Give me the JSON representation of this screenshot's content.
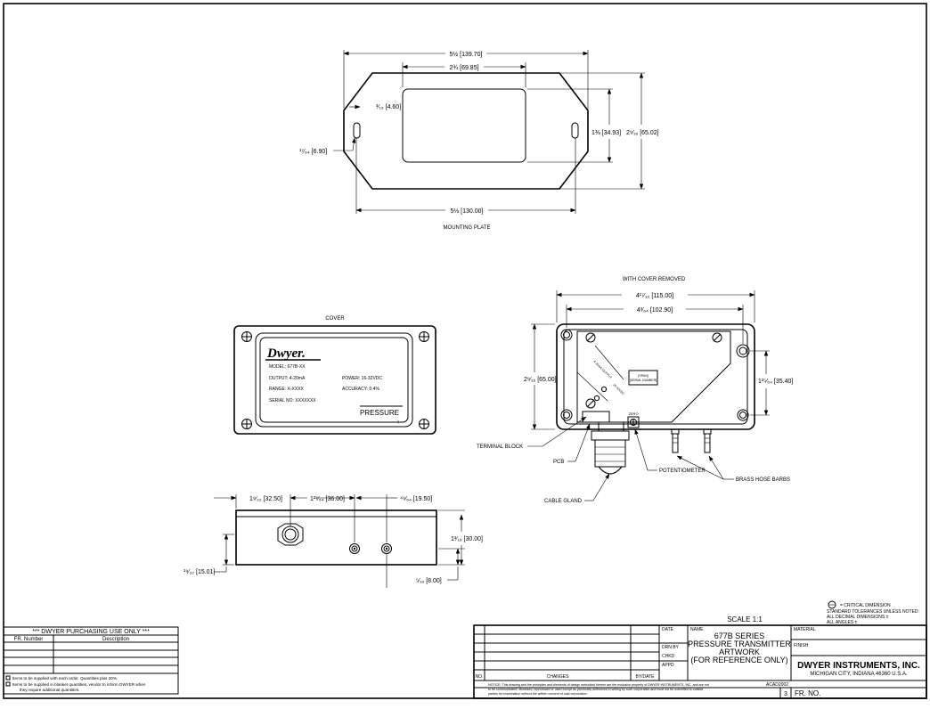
{
  "views": {
    "mounting_plate": {
      "title": "MOUNTING PLATE",
      "dim_overall_width": "5½ [139.70]",
      "dim_window_width": "2¾ [69.85]",
      "dim_slot_offset": "³⁄₁₆ [4.60]",
      "dim_slot_width": "¹⁷⁄₆₄ [6.90]",
      "dim_window_height": "1⅜ [34.93]",
      "dim_overall_height": "2⁹⁄₁₆ [65.02]",
      "dim_hole_spacing": "5⅛ [130.00]"
    },
    "cover": {
      "title": "COVER",
      "brand": "Dwyer.",
      "model": "MODEL: 677B-XX",
      "output": "OUTPUT: 4-20mA",
      "range": "RANGE: X-XXXX",
      "serial": "SERIAL NO: XXXXXXX",
      "power": "POWER: 16-32VDC",
      "accuracy": "ACCURACY: 0.4%",
      "pressure": "PRESSURE",
      "minus": "-",
      "plus": "+"
    },
    "cover_removed": {
      "title": "WITH COVER REMOVED",
      "dim_outer_width": "4¹⁷⁄₃₂ [115.00]",
      "dim_hole_width": "4³⁄₆₄ [102.90]",
      "dim_height": "2⁹⁄₁₆ [65.00]",
      "dim_hole_height": "1²⁵⁄₆₄ [35.40]",
      "label_terminal_block": "TERMINAL BLOCK",
      "label_pcb": "PCB",
      "label_potentiometer": "POTENTIOMETER",
      "label_hose_barbs": "BRASS HOSE BARBS",
      "label_cable_gland": "CABLE GLAND",
      "pcb_text1": "[SPAN]",
      "pcb_text2": "[SERIAL NUMBER]",
      "pcb_diag1": "4-20mA OUTPUT",
      "pcb_diag2": "16-32VDC",
      "zero": "ZERO"
    },
    "side": {
      "dim_gland": "1⁹⁄₃₂ [32.50]",
      "dim_barb1": "1²⁷⁄₆₄ [36.00]",
      "dim_barb2": "⁴⁹⁄₆₄ [19.50]",
      "dim_height": "1³⁄₁₆ [30.00]",
      "dim_gland_height": "¹⁹⁄₃₂ [15.01]",
      "dim_barb_height": "⁵⁄₁₆ [8.00]"
    }
  },
  "purchasing": {
    "title": "*** DWYER PURCHASING USE ONLY ***",
    "col_fr": "FR. Number",
    "col_desc": "Description",
    "note1": "Items to be supplied with each order. Quantities plus 20%.",
    "note2": "Items to be supplied in blanket quantities, vendor to inform DWYER when",
    "note3": "they require additional quantities."
  },
  "notes": {
    "critical": "= CRITICAL DIMENSION",
    "tol1": "STANDARD TOLERANCES UNLESS NOTED:",
    "tol2": "ALL DECIMAL DIMENSIONS ±",
    "tol3": "ALL ANGLES ±"
  },
  "title_block": {
    "scale": "SCALE 1:1",
    "date": "DATE",
    "name": "NAME",
    "material": "MATERIAL",
    "drn_by": "DRN BY",
    "chkd": "CHKD",
    "appd": "APPD",
    "finish": "FINISH",
    "no": "NO.",
    "changes": "CHANGES",
    "by_date": "BY/DATE",
    "name_line1": "677B SERIES",
    "name_line2": "PRESSURE TRANSMITTER",
    "name_line3": "ARTWORK",
    "name_line4": "(FOR REFERENCE ONLY)",
    "company": "DWYER INSTRUMENTS, INC.",
    "address": "MICHIGAN CITY, INDIANA 46360  U.S.A.",
    "doc_code": "ACAD2002",
    "sheet": "3",
    "fr_no": "FR. NO.",
    "notice1": "NOTICE: This drawing and the principles and elements of design embodied therein are the exclusive property of DWYER INSTRUMENTS, INC. and are not",
    "notice2": "to be communicated, disclosed, reproduced or used except as previously authorized in writing by such corporation and must not be submitted to outside",
    "notice3": "parties for examination without the written consent of said corporation."
  }
}
